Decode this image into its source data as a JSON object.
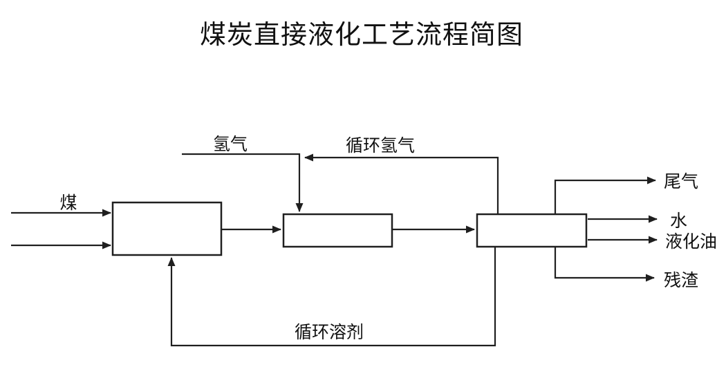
{
  "page": {
    "title": "煤炭直接液化工艺流程简图"
  },
  "diagram": {
    "type": "process-flow",
    "streams": {
      "coal": "煤",
      "hydrogen": "氢气",
      "recycle_hydrogen": "循环氢气",
      "tail_gas": "尾气",
      "water": "水",
      "liquefied_oil": "液化油",
      "residue": "残渣",
      "recycle_solvent": "循环溶剂"
    },
    "colors": {
      "line": "#1f1f1f",
      "text": "#111111",
      "box_fill": "#ffffff",
      "background": "#ffffff"
    }
  }
}
